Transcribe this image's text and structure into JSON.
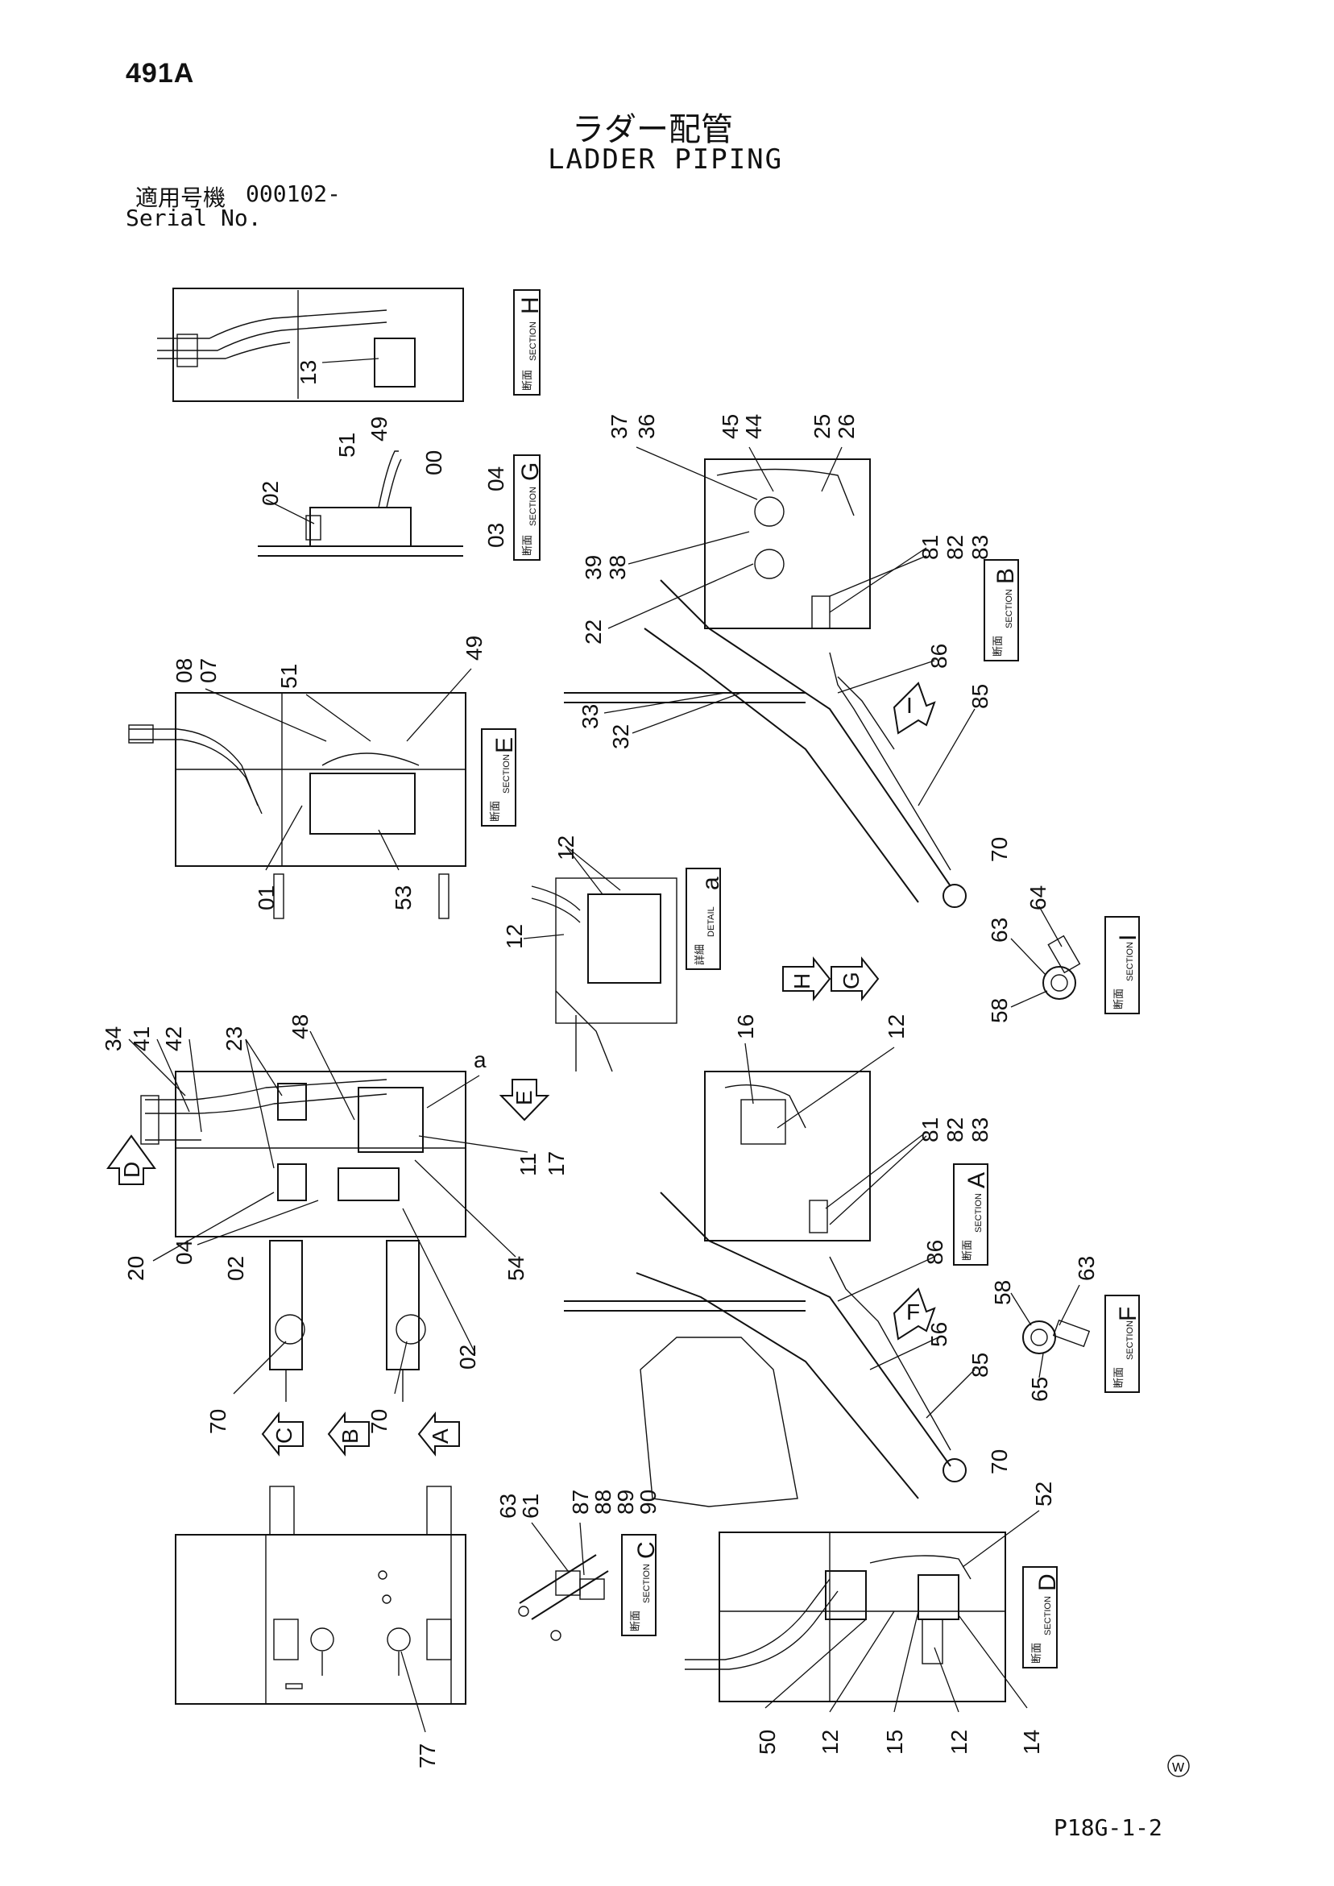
{
  "header": {
    "page_code": "491A",
    "title_jp": "ラダー配管",
    "title_en": "LADDER PIPING",
    "serial_label_jp": "適用号機",
    "serial_value": "000102-",
    "serial_label_en": "Serial No."
  },
  "footer": {
    "page_ref": "P18G-1-2",
    "mark": "W"
  },
  "section_labels": {
    "jp": "断面",
    "en": "SECTION",
    "detail_jp": "詳細",
    "detail_en": "DETAIL"
  },
  "sections": [
    {
      "letter": "H"
    },
    {
      "letter": "G"
    },
    {
      "letter": "B"
    },
    {
      "letter": "E"
    },
    {
      "letter": "I"
    },
    {
      "letter": "A"
    },
    {
      "letter": "F"
    },
    {
      "letter": "C"
    },
    {
      "letter": "D"
    }
  ],
  "detail": {
    "letter": "a"
  },
  "view_arrows": [
    "I",
    "H",
    "G",
    "E",
    "D",
    "C",
    "B",
    "A",
    "F"
  ],
  "part_numbers": {
    "sec_h": [
      "13"
    ],
    "sec_g": [
      "02",
      "51",
      "49",
      "00",
      "04",
      "03"
    ],
    "sec_b": [
      "37",
      "36",
      "45",
      "44",
      "25",
      "26",
      "39",
      "38",
      "81",
      "82",
      "83",
      "22",
      "86",
      "85",
      "33",
      "32",
      "70"
    ],
    "sec_e": [
      "08",
      "07",
      "51",
      "49",
      "01",
      "53"
    ],
    "detail_a": [
      "12",
      "12"
    ],
    "sec_i": [
      "64",
      "63",
      "58"
    ],
    "main": [
      "34",
      "41",
      "42",
      "23",
      "48",
      "a",
      "11",
      "17",
      "54",
      "20",
      "04",
      "02",
      "02",
      "70",
      "70"
    ],
    "sec_a": [
      "16",
      "12",
      "81",
      "82",
      "83",
      "86",
      "56",
      "85",
      "70"
    ],
    "sec_f": [
      "58",
      "63",
      "65"
    ],
    "sec_c": [
      "63",
      "61",
      "87",
      "88",
      "89",
      "90"
    ],
    "bottom_left": [
      "77"
    ],
    "sec_d": [
      "52",
      "50",
      "12",
      "15",
      "12",
      "14"
    ]
  }
}
